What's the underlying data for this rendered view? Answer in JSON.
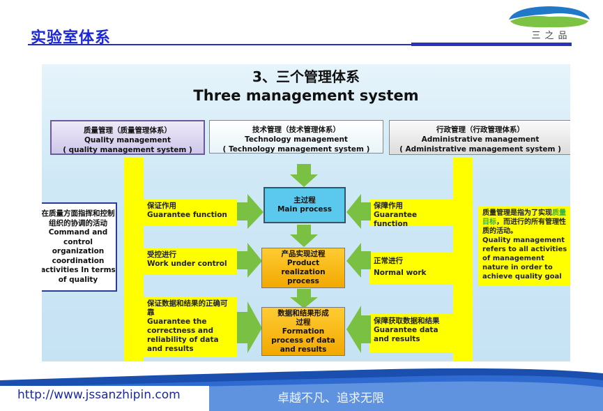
{
  "slide": {
    "title": "实验室体系"
  },
  "logo": {
    "text": "三之品"
  },
  "diagram": {
    "title_cn": "3、三个管理体系",
    "title_en": "Three management system",
    "systems": [
      {
        "cn": "质量管理（质量管理体系）",
        "en": "Quality management",
        "en2": "( quality management system )"
      },
      {
        "cn": "技术管理（技术管理体系）",
        "en": "Technology management",
        "en2": "( Technology management system )"
      },
      {
        "cn": "行政管理（行政管理体系）",
        "en": "Administrative management",
        "en2": "( Administrative management system )"
      }
    ],
    "left_note": {
      "cn": "在质量方面指挥和控制组织的协调的活动",
      "en": "Command and control organization coordination activities In terms of quality"
    },
    "left_labels": [
      {
        "cn": "保证作用",
        "en": "Guarantee function"
      },
      {
        "cn": "受控进行",
        "en": "Work under control"
      },
      {
        "cn": "保证数据和结果的正确可靠",
        "en": "Guarantee the correctness and reliability of data and results"
      }
    ],
    "processes": [
      {
        "cn": "主过程",
        "en": "Main process"
      },
      {
        "cn": "产品实现过程",
        "en": "Product realization process"
      },
      {
        "cn": "数据和结果形成过程",
        "en": "Formation process of data and results"
      }
    ],
    "right_labels": [
      {
        "cn": "保障作用",
        "en": "Guarantee function"
      },
      {
        "cn": "正常进行",
        "en": "Normal work"
      },
      {
        "cn": "保障获取数据和结果",
        "en": "Guarantee data and results"
      }
    ],
    "right_note": {
      "cn1": "质量管理是指为了实现",
      "cn_hl": "质量目标",
      "cn2": "，而进行的所有管理性质的活动。",
      "en": "Quality management refers to all activities of management nature in order to achieve quality goal"
    }
  },
  "footer": {
    "url": "http://www.jssanzhipin.com",
    "slogan": "卓越不凡、追求无限"
  }
}
